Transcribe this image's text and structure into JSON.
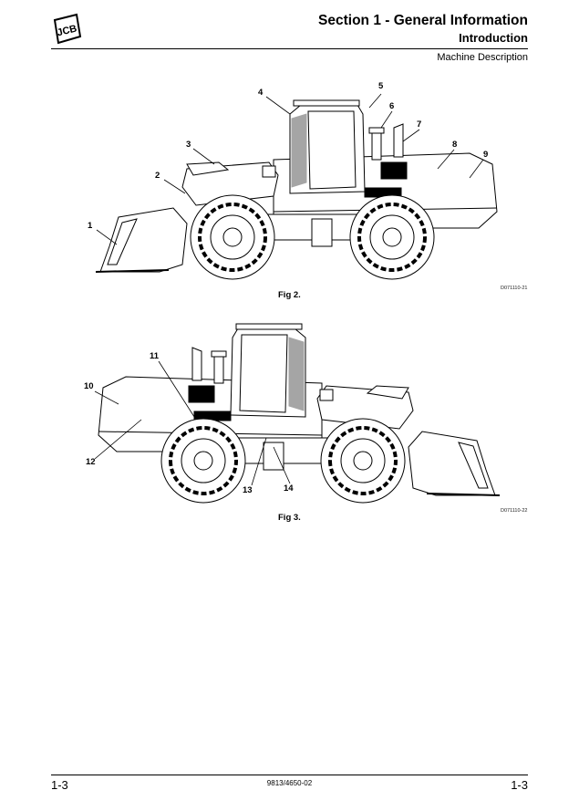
{
  "header": {
    "logo": "JCB",
    "section_title": "Section 1 - General Information",
    "subsection": "Introduction",
    "topic": "Machine Description"
  },
  "figures": [
    {
      "caption": "Fig 2.",
      "drawing_code": "D071110-21",
      "callouts": [
        "1",
        "2",
        "3",
        "4",
        "5",
        "6",
        "7",
        "8",
        "9"
      ]
    },
    {
      "caption": "Fig 3.",
      "drawing_code": "D071110-22",
      "callouts": [
        "10",
        "11",
        "12",
        "13",
        "14"
      ]
    }
  ],
  "footer": {
    "page_left": "1-3",
    "doc_number": "9813/4650-02",
    "page_right": "1-3"
  }
}
